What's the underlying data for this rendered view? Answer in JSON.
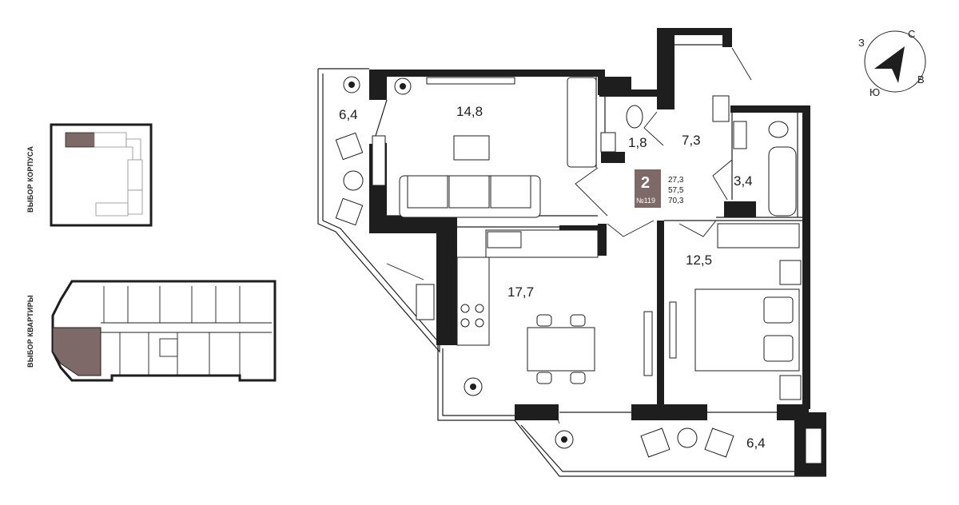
{
  "selectors": {
    "building_caption": "ВЫБОР КОРПУСА",
    "apartment_caption": "ВЫБОР КВАРТИРЫ"
  },
  "badge": {
    "rooms": "2",
    "number": "№119",
    "areas": [
      "27,3",
      "57,5",
      "70,3"
    ],
    "color": "#7d6a68"
  },
  "rooms": {
    "balcony_left": "6,4",
    "living_room": "14,8",
    "toilet": "1,8",
    "hall": "7,3",
    "bathroom": "3,4",
    "bedroom": "12,5",
    "kitchen": "17,7",
    "balcony_bottom": "6,4"
  },
  "compass": {
    "north": "С",
    "west": "З",
    "east": "В",
    "south": "Ю"
  },
  "colors": {
    "wall": "#1e1e1e",
    "highlight": "#7d6a68"
  }
}
